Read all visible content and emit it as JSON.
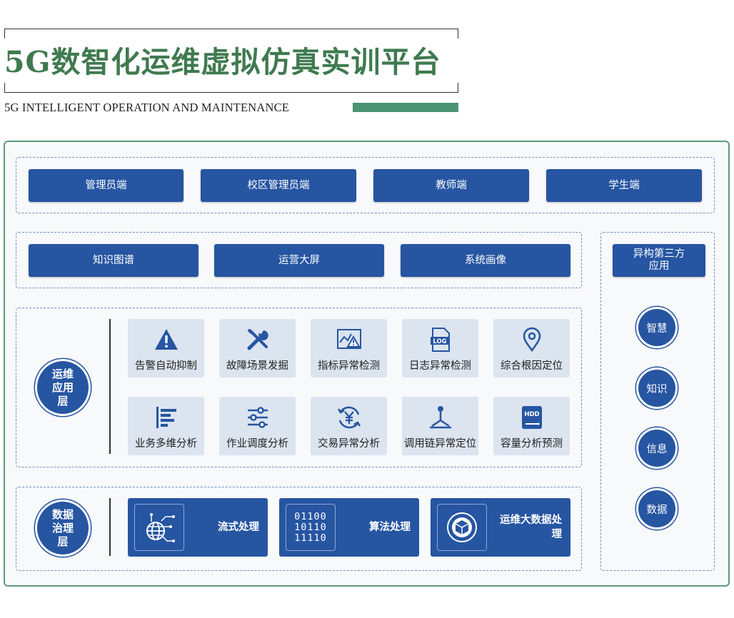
{
  "header": {
    "title": "5G数智化运维虚拟仿真实训平台",
    "subtitle": "5G INTELLIGENT OPERATION AND MAINTENANCE"
  },
  "roles": [
    "管理员端",
    "校区管理员端",
    "教师端",
    "学生端"
  ],
  "features": [
    "知识图谱",
    "运营大屏",
    "系统画像"
  ],
  "third_party": "异构第三方应用",
  "ops_layer": {
    "label": "运维应用层",
    "tiles": [
      {
        "label": "告警自动抑制",
        "icon": "warning-icon"
      },
      {
        "label": "故障场景发掘",
        "icon": "tools-icon"
      },
      {
        "label": "指标异常检测",
        "icon": "chart-alert-icon"
      },
      {
        "label": "日志异常检测",
        "icon": "log-file-icon"
      },
      {
        "label": "综合根因定位",
        "icon": "location-pin-icon"
      },
      {
        "label": "业务多维分析",
        "icon": "bar-list-icon"
      },
      {
        "label": "作业调度分析",
        "icon": "sliders-icon"
      },
      {
        "label": "交易异常分析",
        "icon": "yuan-cycle-icon"
      },
      {
        "label": "调用链异常定位",
        "icon": "trace-icon"
      },
      {
        "label": "容量分析预测",
        "icon": "hdd-icon"
      }
    ]
  },
  "data_layer": {
    "label": "数据治理层",
    "boxes": [
      {
        "label": "流式处理",
        "icon": "globe-network-icon"
      },
      {
        "label": "算法处理",
        "icon": "binary-icon",
        "binary": "01100\n10110\n11110"
      },
      {
        "label": "运维大数据处理",
        "icon": "cube-seal-icon"
      }
    ]
  },
  "side": [
    "智慧",
    "知识",
    "信息",
    "数据"
  ],
  "colors": {
    "primary": "#2655a2",
    "title_green": "#3f7a4f",
    "accent_green": "#4a9474",
    "tile_bg": "#dbe4ef"
  }
}
